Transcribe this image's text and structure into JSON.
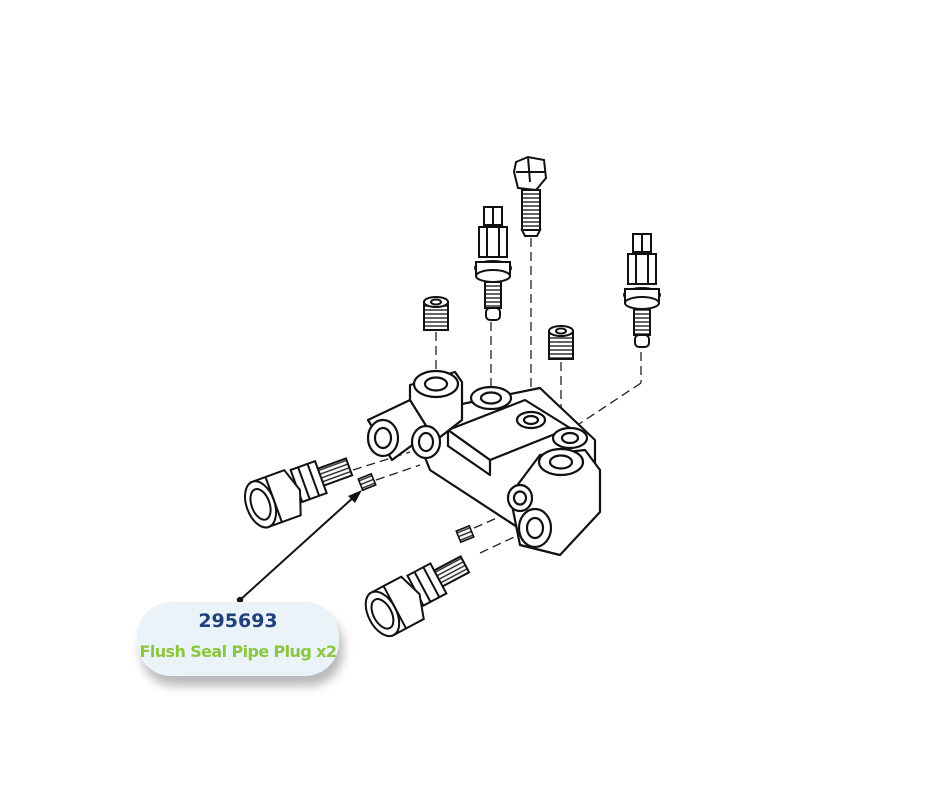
{
  "callout": {
    "part_number": "295693",
    "description": "Flush Seal Pipe Plug x2"
  },
  "colors": {
    "part_number_text": "#20407c",
    "description_text": "#8cc63f",
    "callout_background": "#eaf3f8",
    "line_art": "#111111"
  },
  "parts": [
    "manifold-block",
    "pipe-plug",
    "pipe-plug-top-left",
    "pipe-plug-top-right",
    "pipe-plug-lower",
    "bolt",
    "check-valve-left",
    "check-valve-right",
    "swivel-fitting-left",
    "swivel-fitting-bottom"
  ]
}
